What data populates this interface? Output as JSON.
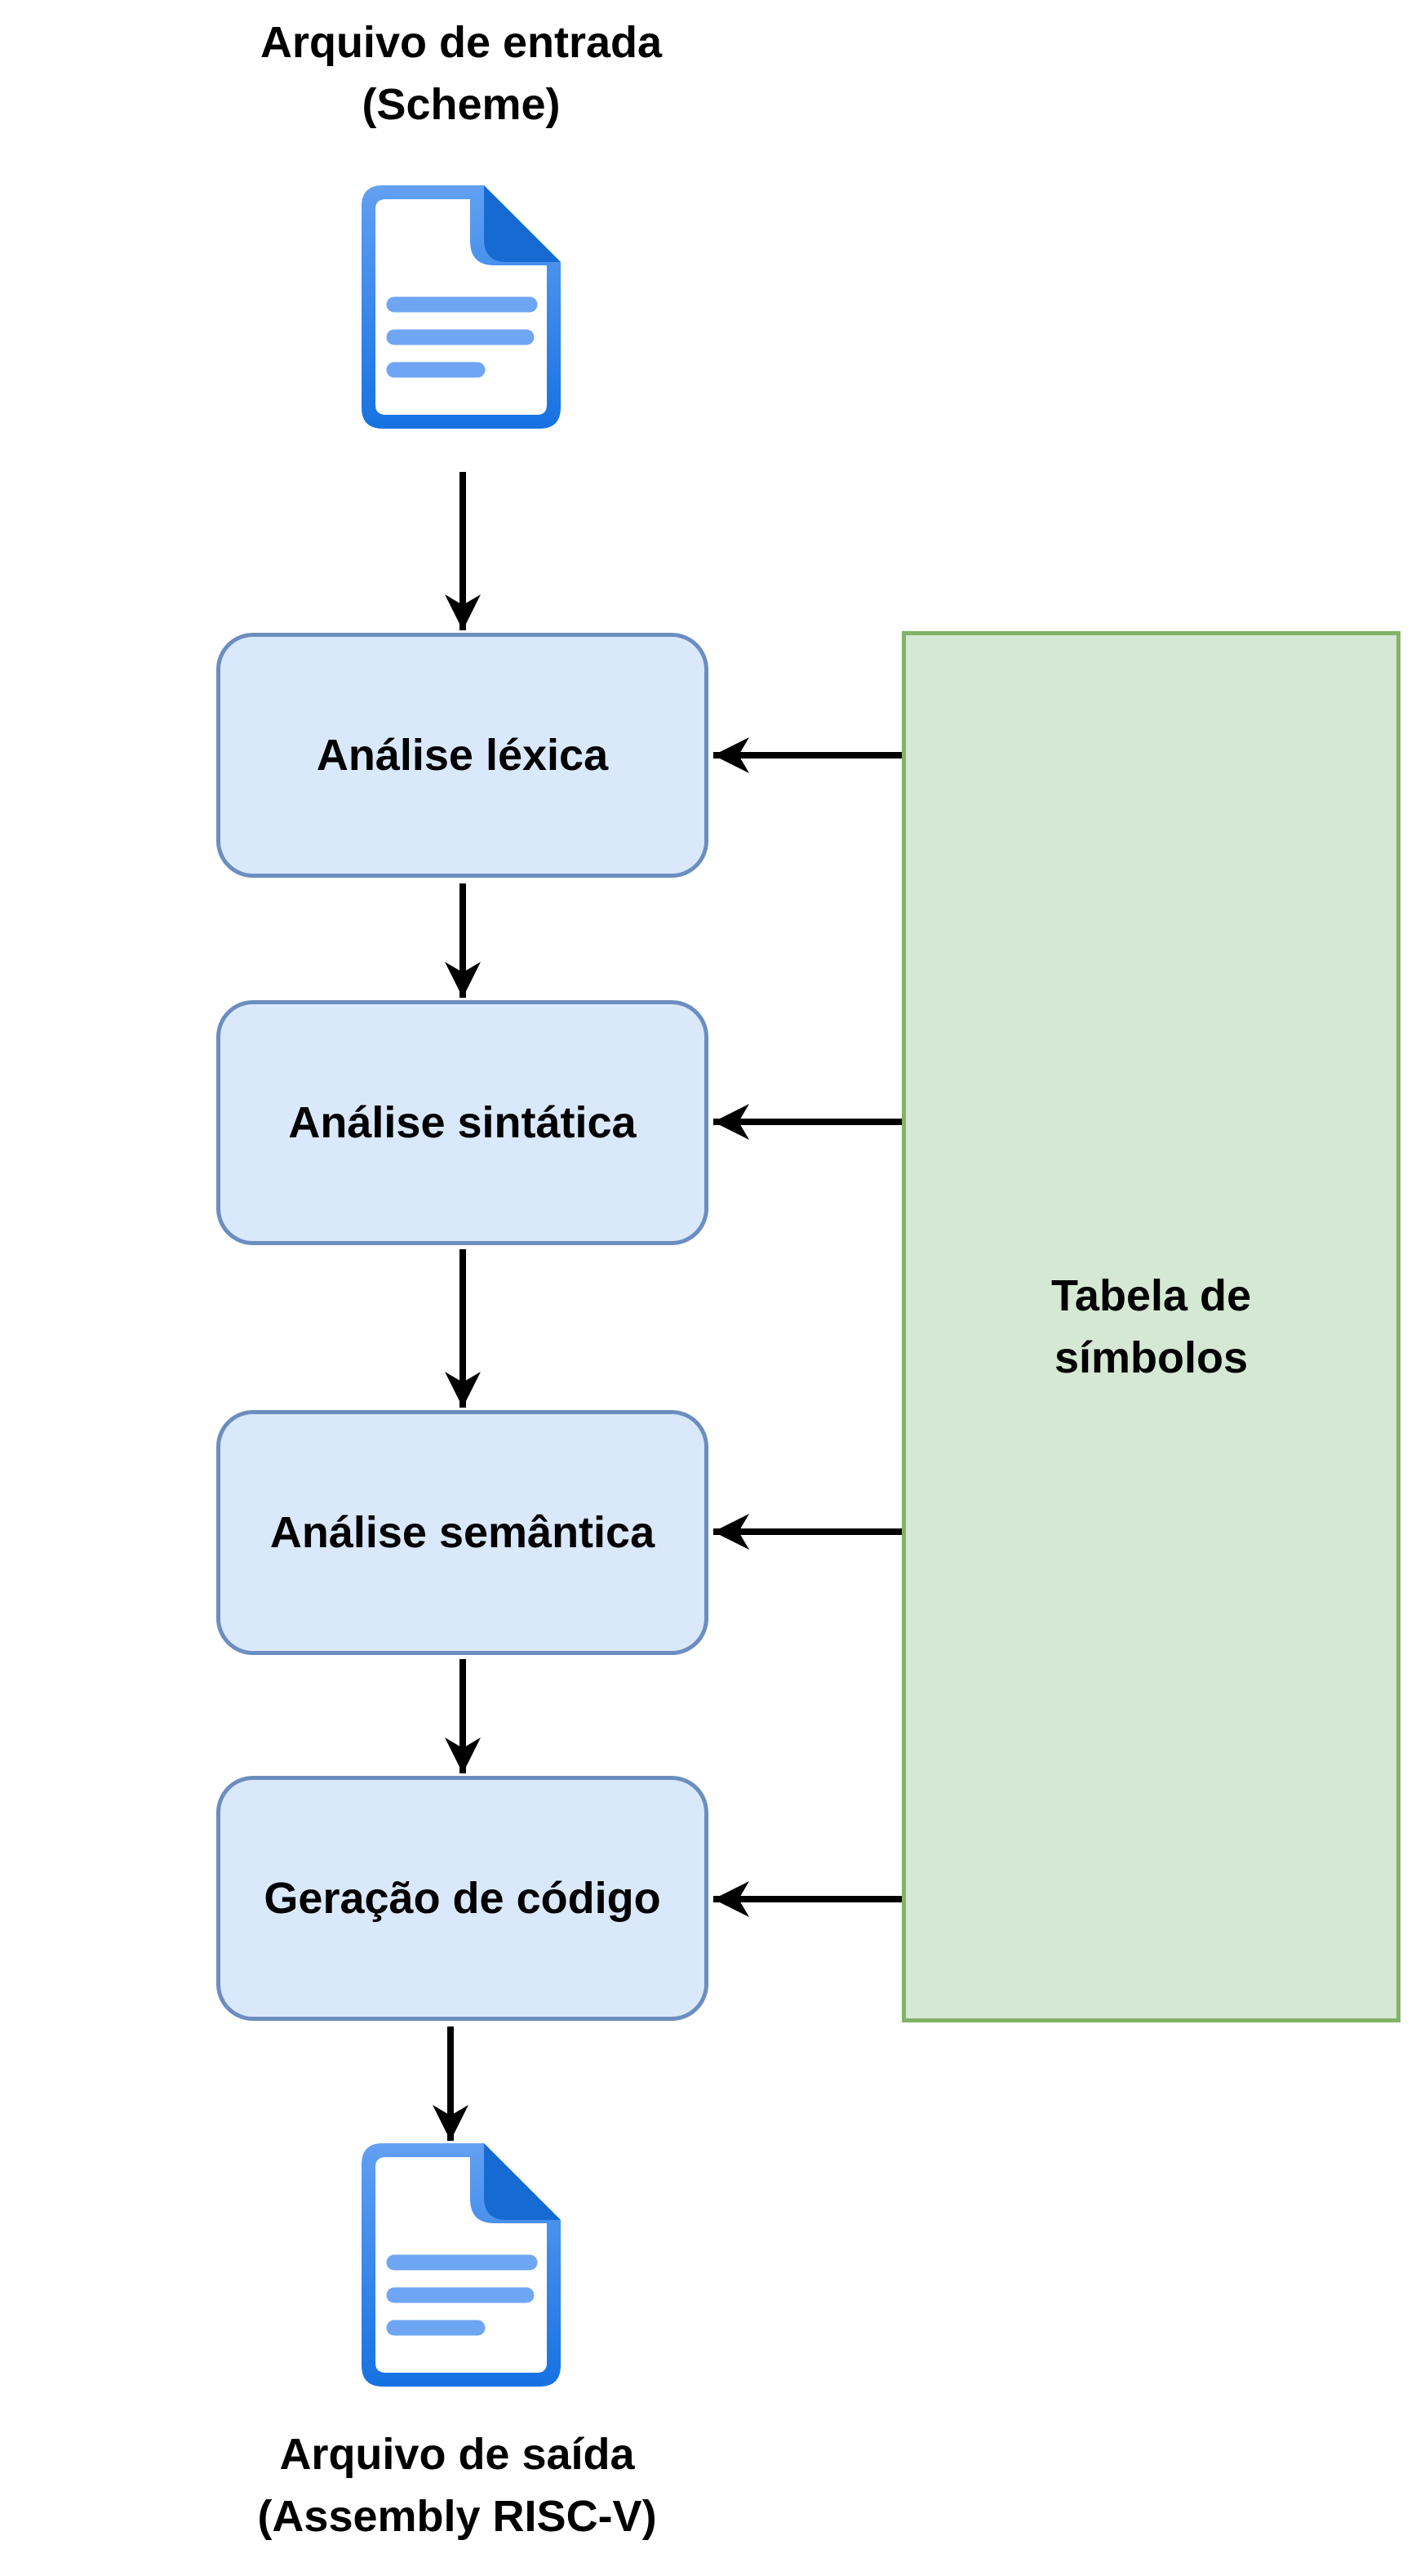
{
  "diagram": {
    "input_file": {
      "line1": "Arquivo de entrada",
      "line2": "(Scheme)"
    },
    "output_file": {
      "line1": "Arquivo de saída",
      "line2": "(Assembly RISC-V)"
    },
    "process_steps": [
      {
        "id": "analise-lexica",
        "label": "Análise léxica"
      },
      {
        "id": "analise-sintatica",
        "label": "Análise sintática"
      },
      {
        "id": "analise-semantica",
        "label": "Análise semântica"
      },
      {
        "id": "geracao-de-codigo",
        "label": "Geração de código"
      }
    ],
    "symbol_table": {
      "line1": "Tabela de",
      "line2": "símbolos"
    },
    "edges": [
      {
        "from": "input-file",
        "to": "analise-lexica"
      },
      {
        "from": "analise-lexica",
        "to": "analise-sintatica"
      },
      {
        "from": "analise-sintatica",
        "to": "analise-semantica"
      },
      {
        "from": "analise-semantica",
        "to": "geracao-de-codigo"
      },
      {
        "from": "geracao-de-codigo",
        "to": "output-file"
      },
      {
        "from": "tabela-de-simbolos",
        "to": "analise-lexica"
      },
      {
        "from": "tabela-de-simbolos",
        "to": "analise-sintatica"
      },
      {
        "from": "tabela-de-simbolos",
        "to": "analise-semantica"
      },
      {
        "from": "tabela-de-simbolos",
        "to": "geracao-de-codigo"
      }
    ],
    "colors": {
      "process_box_fill": "#dae8fc",
      "process_box_border": "#6c8ebf",
      "symbol_table_fill": "#d5e8d4",
      "symbol_table_border": "#82b366",
      "arrow_color": "#000000",
      "text_color": "#000000",
      "file_icon_border_light": "#62a0f2",
      "file_icon_border_dark": "#1672e2",
      "file_icon_fold": "#166bd2",
      "file_icon_lines": "#6ea6f3"
    }
  }
}
